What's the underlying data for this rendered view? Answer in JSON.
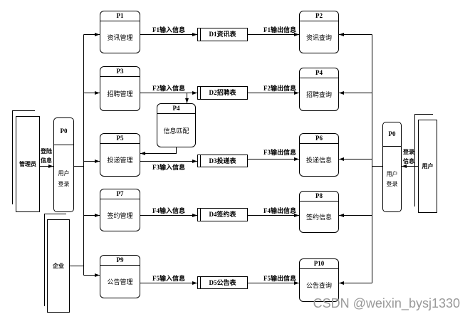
{
  "external_entities": {
    "admin": "管理员",
    "enterprise": "企业",
    "user": "用户"
  },
  "login": {
    "left": {
      "id": "P0",
      "name": [
        "用户",
        "登录"
      ],
      "flow_label": [
        "登陆",
        "信息"
      ]
    },
    "right": {
      "id": "P0",
      "name": [
        "用户",
        "登录"
      ],
      "flow_label": [
        "登录",
        "信息"
      ]
    }
  },
  "management_processes": [
    {
      "id": "P1",
      "name": "资讯管理"
    },
    {
      "id": "P3",
      "name": "招聘管理"
    },
    {
      "id": "P5",
      "name": "投递管理"
    },
    {
      "id": "P7",
      "name": "签约管理"
    },
    {
      "id": "P9",
      "name": "公告管理"
    }
  ],
  "matching_process": {
    "id": "P4",
    "name": "信息匹配"
  },
  "query_processes": [
    {
      "id": "P2",
      "name": "资讯查询"
    },
    {
      "id": "P4",
      "name": "招聘查询"
    },
    {
      "id": "P6",
      "name": "投递信息"
    },
    {
      "id": "P8",
      "name": "签约信息"
    },
    {
      "id": "P10",
      "name": "公告查询"
    }
  ],
  "data_stores": [
    "D1资讯表",
    "D2招聘表",
    "D3投递表",
    "D4签约表",
    "D5公告表"
  ],
  "data_flows": [
    {
      "input": "F1输入信息",
      "output": "F1输出信息"
    },
    {
      "input": "F2输入信息",
      "output": "F2输出信息"
    },
    {
      "input": "F3输入信息",
      "output": "F3输出信息"
    },
    {
      "input": "F4输入信息",
      "output": "F4输出信息"
    },
    {
      "input": "F5输入信息",
      "output": "F5输出信息"
    }
  ],
  "watermark": "CSDN @weixin_bysj1330"
}
